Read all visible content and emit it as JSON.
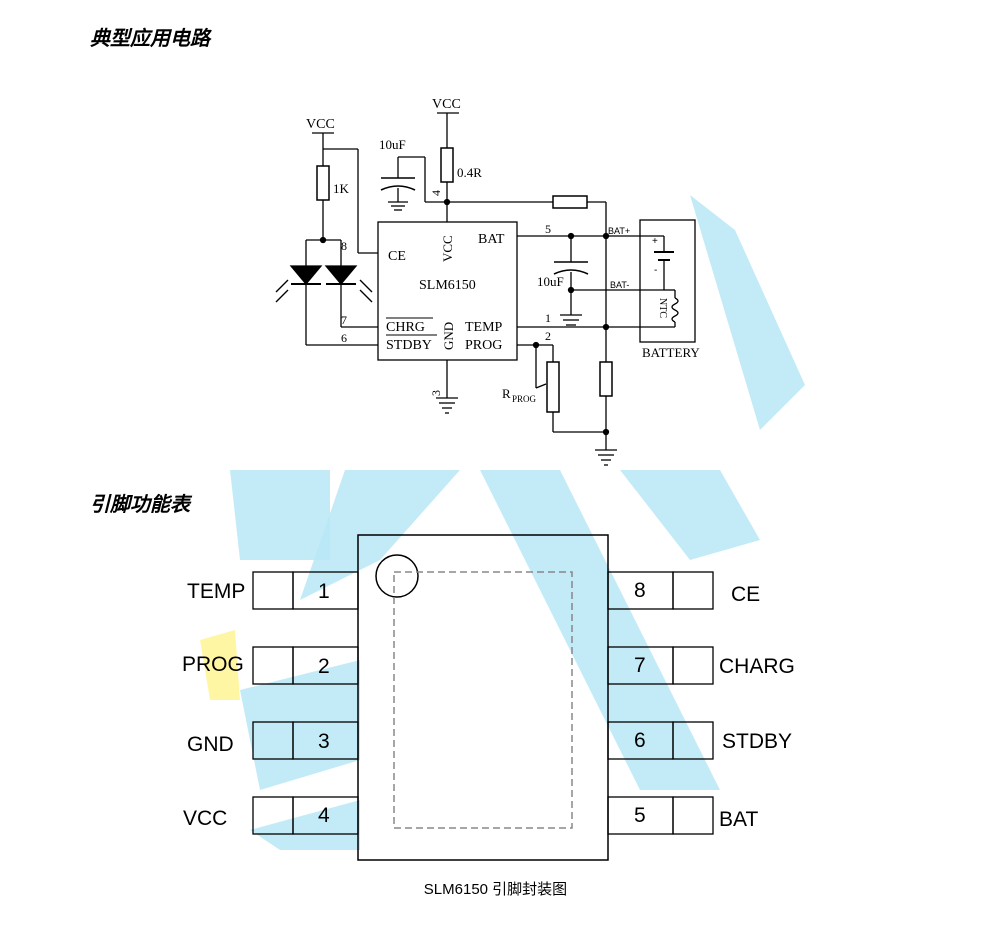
{
  "headings": {
    "circuit": "典型应用电路",
    "pinout": "引脚功能表"
  },
  "circuit": {
    "vcc_left": "VCC",
    "vcc_top": "VCC",
    "r_led": "1K",
    "c_in": "10uF",
    "r_sense": "0.4R",
    "chip_name": "SLM6150",
    "pin_ce": "CE",
    "pin_vcc": "VCC",
    "pin_bat": "BAT",
    "pin_chrg": "CHRG",
    "pin_stdby": "STDBY",
    "pin_gnd": "GND",
    "pin_temp": "TEMP",
    "pin_prog": "PROG",
    "n1": "1",
    "n2": "2",
    "n3": "3",
    "n4": "4",
    "n5": "5",
    "n6": "6",
    "n7": "7",
    "n8": "8",
    "c_bat": "10uF",
    "bat_plus": "BAT+",
    "bat_minus": "BAT-",
    "ntc": "NTC",
    "battery": "BATTERY",
    "rprog_main": "R",
    "rprog_sub": "PROG"
  },
  "pinout": {
    "left": [
      {
        "name": "TEMP",
        "num": "1"
      },
      {
        "name": "PROG",
        "num": "2"
      },
      {
        "name": "GND",
        "num": "3"
      },
      {
        "name": "VCC",
        "num": "4"
      }
    ],
    "right": [
      {
        "name": "CE",
        "num": "8"
      },
      {
        "name": "CHARG",
        "num": "7"
      },
      {
        "name": "STDBY",
        "num": "6"
      },
      {
        "name": "BAT",
        "num": "5"
      }
    ]
  },
  "caption": "SLM6150  引脚封装图",
  "colors": {
    "watermark_blue": "#b9e7f6",
    "watermark_yellow": "#fff59a"
  }
}
